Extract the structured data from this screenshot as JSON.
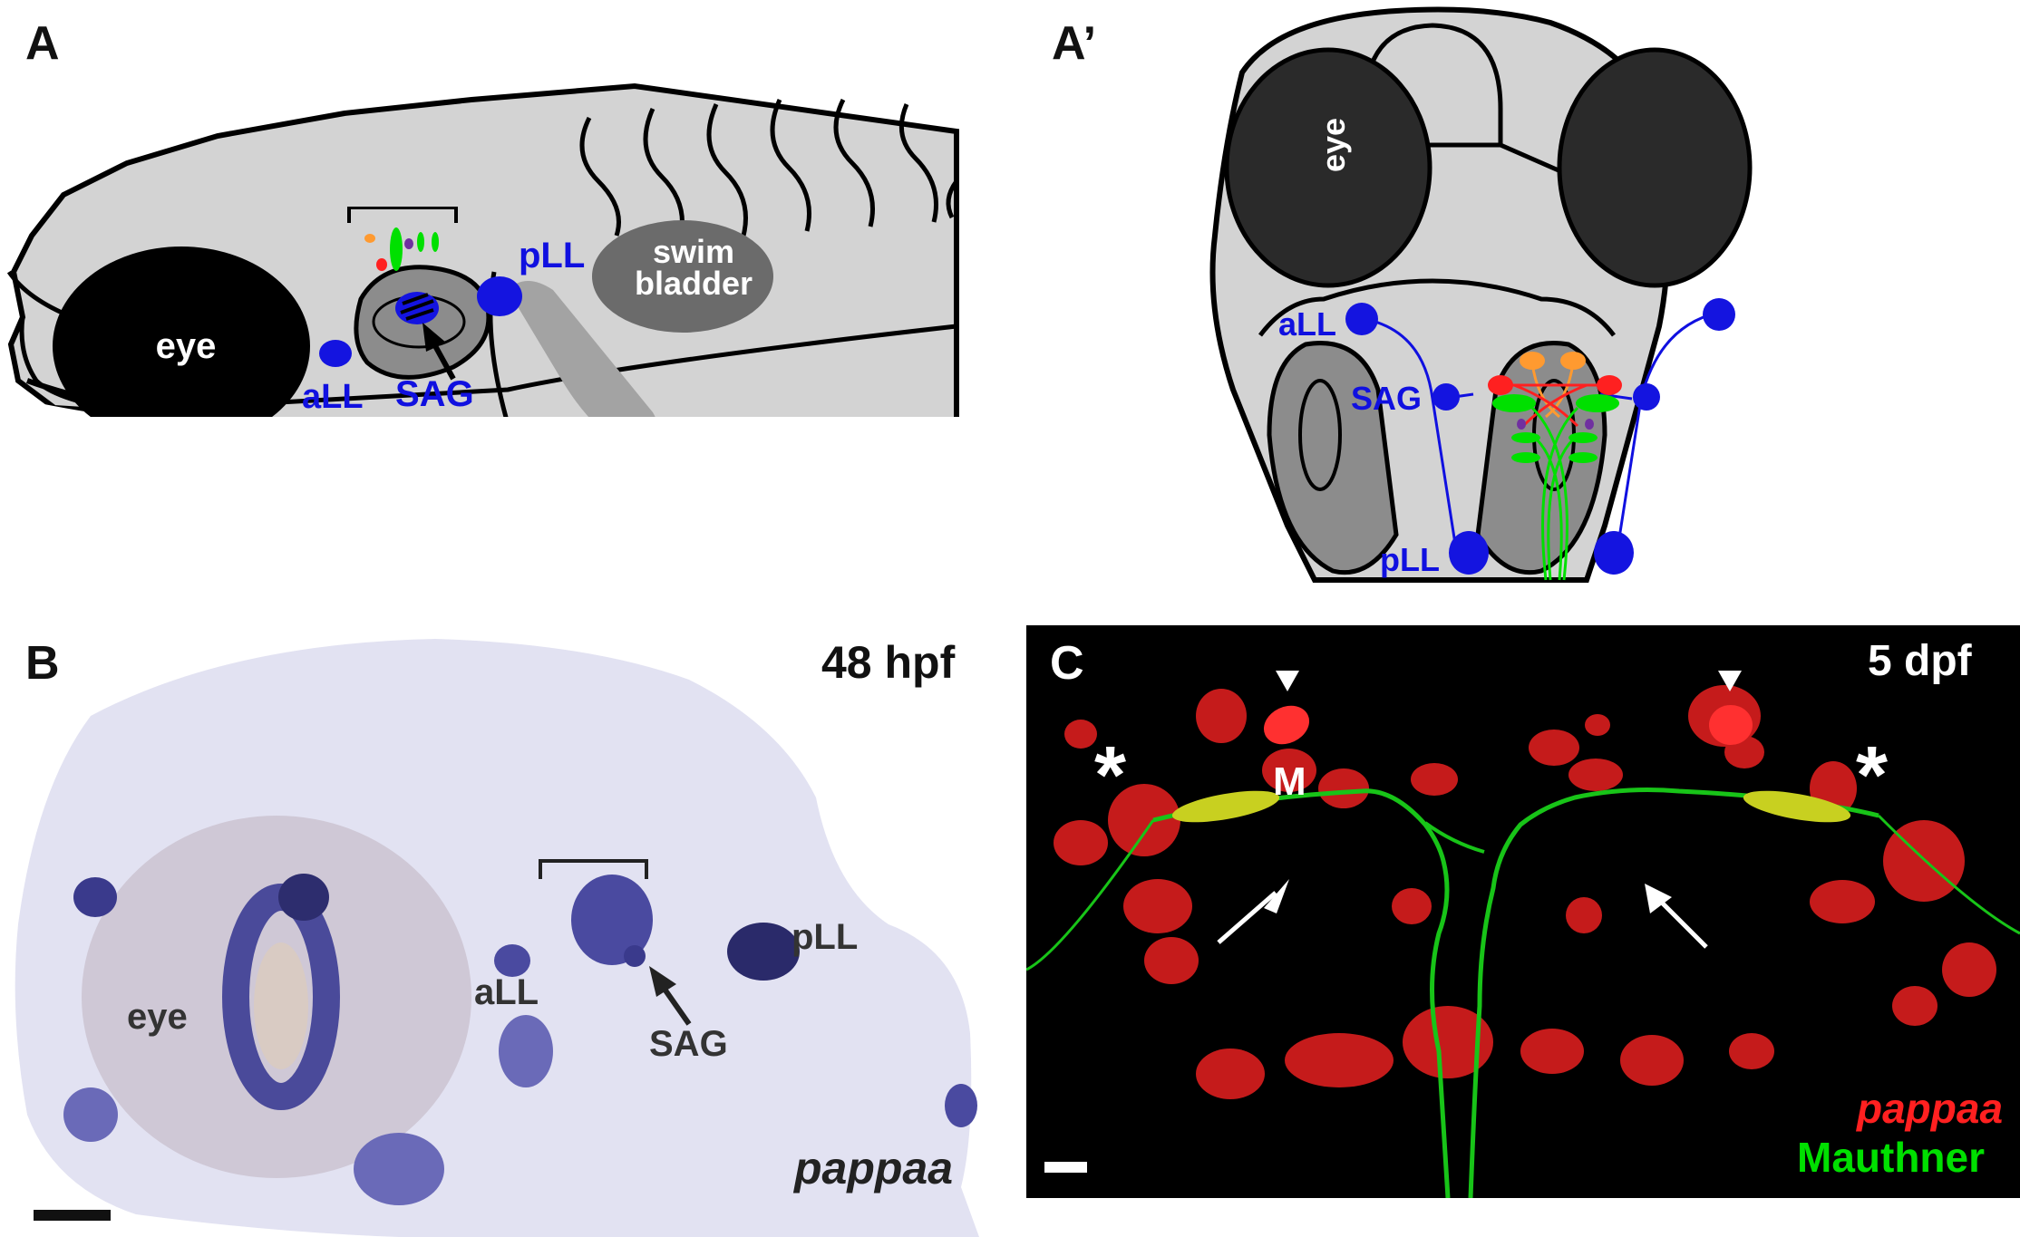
{
  "panels": {
    "A": {
      "label": "A",
      "labels": {
        "eye": "eye",
        "swim_bladder_1": "swim",
        "swim_bladder_2": "bladder",
        "aLL": "aLL",
        "SAG": "SAG",
        "pLL": "pLL"
      }
    },
    "A_prime": {
      "label": "A’",
      "labels": {
        "eye": "eye",
        "aLL": "aLL",
        "SAG": "SAG",
        "pLL": "pLL"
      }
    },
    "B": {
      "label": "B",
      "stage": "48 hpf",
      "gene": "pappaa",
      "labels": {
        "eye": "eye",
        "aLL": "aLL",
        "SAG": "SAG",
        "pLL": "pLL"
      }
    },
    "C": {
      "label": "C",
      "stage": "5 dpf",
      "mauthner_label": "M",
      "asterisk": "*",
      "legend": {
        "gene": "pappaa",
        "cell": "Mauthner"
      }
    }
  },
  "colors": {
    "nerve_blue": "#1010e0",
    "green": "#00e000",
    "red": "#ff2020",
    "orange": "#ff9a30",
    "purple": "#7030a0",
    "body_gray": "#d0d0d0",
    "ear_gray": "#8c8c8c",
    "dark_gray": "#6c6c6c",
    "stain_blue": "#3a3a8c"
  }
}
